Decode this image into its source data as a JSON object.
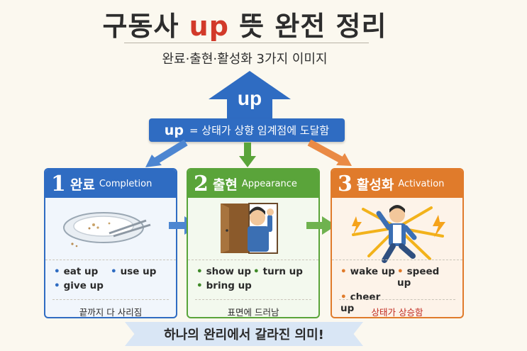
{
  "title": {
    "before": "구동사 ",
    "accent": "up",
    "after": " 뜻 완전 정리"
  },
  "subtitle": "완료·출현·활성화 3가지 이미지",
  "hero": {
    "arrow_label": "up",
    "banner_key": "up",
    "banner_text": "= 상태가 상향 임계점에 도달함"
  },
  "cards": [
    {
      "number": "1",
      "name_ko": "완료",
      "name_en": "Completion",
      "accent": "#2f6cc2",
      "words": [
        "eat up",
        "use up",
        "give up"
      ],
      "caption": "끝까지 다 사리짐",
      "icon": "empty-plate-icon"
    },
    {
      "number": "2",
      "name_ko": "출현",
      "name_en": "Appearance",
      "accent": "#5aa43a",
      "words": [
        "show up",
        "turn up",
        "bring up"
      ],
      "caption": "표면에 드러남",
      "icon": "person-at-door-icon"
    },
    {
      "number": "3",
      "name_ko": "활성화",
      "name_en": "Activation",
      "accent": "#e07b2b",
      "words": [
        "wake up",
        "speed up",
        "cheer up"
      ],
      "caption": "상태가 상승함",
      "icon": "energized-person-icon"
    }
  ],
  "footer_banner": "하나의 완리에서 갈라진 의미!"
}
